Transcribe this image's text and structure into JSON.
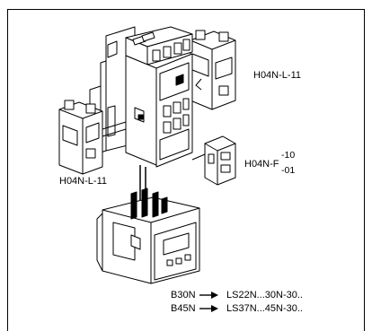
{
  "labels": {
    "top_right_accessory": "H04N-L-11",
    "left_accessory": "H04N-L-11",
    "front_accessory_prefix": "H04N-F",
    "front_accessory_variant_1": "-10",
    "front_accessory_variant_2": "-01"
  },
  "mapping": [
    {
      "from": "B30N",
      "to": "LS22N...30N-30.."
    },
    {
      "from": "B45N",
      "to": "LS37N...45N-30.."
    }
  ],
  "icons": [
    "arrow-right-icon"
  ]
}
